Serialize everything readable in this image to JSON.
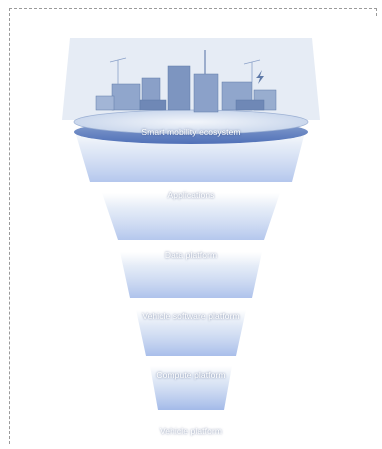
{
  "layers": [
    {
      "label": "Smart mobility ecosystem",
      "icon": "city-icon"
    },
    {
      "label": "Applications",
      "icon": "apps-icon"
    },
    {
      "label": "Data platform",
      "icon": "data-icon"
    },
    {
      "label": "Vehicle software platform",
      "icon": "software-icon"
    },
    {
      "label": "Compute platform",
      "icon": "chip-icon"
    },
    {
      "label": "Vehicle platform",
      "icon": "chassis-icon"
    }
  ],
  "colors": {
    "disc_top": "#dfe8f4",
    "disc_rim": "#6f8fbf",
    "blue_light": "#9fb7e6",
    "blue_mid": "#5a7fd6",
    "blue_deep": "#2f50d8",
    "frame": "#9a9a9a"
  }
}
